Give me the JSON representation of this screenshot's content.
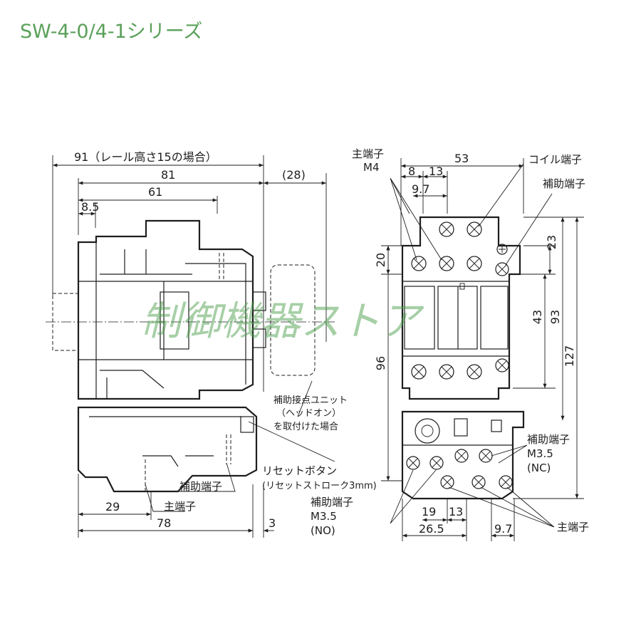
{
  "title": "SW-4-0/4-1シリーズ",
  "watermark": "制御機器ストア",
  "side_view": {
    "dim_91": "91（レール高さ15の場合）",
    "dim_81": "81",
    "dim_61": "61",
    "dim_8_5": "8.5",
    "dim_28": "(28)",
    "dim_29": "29",
    "dim_78": "78",
    "dim_3": "3",
    "label_aux_unit_1": "補助接点ユニット",
    "label_aux_unit_2": "（ヘッドオン）",
    "label_aux_unit_3": "を取付けた場合",
    "label_reset_1": "リセットボタン",
    "label_reset_2": "(リセットストローク3mm)",
    "label_aux_terminal": "補助端子",
    "label_main_terminal": "主端子"
  },
  "front_view": {
    "label_main_terminal_top": "主端子",
    "label_m4": "M4",
    "dim_53": "53",
    "dim_8": "8",
    "dim_13_top": "13",
    "dim_9_7_top": "9.7",
    "label_coil_terminal": "コイル端子",
    "label_aux_terminal_top": "補助端子",
    "dim_20": "20",
    "dim_23": "23",
    "dim_43": "43",
    "dim_93": "93",
    "dim_96": "96",
    "dim_127": "127",
    "label_aux_nc_1": "補助端子",
    "label_aux_nc_2": "M3.5",
    "label_aux_nc_3": "(NC)",
    "label_aux_no_1": "補助端子",
    "label_aux_no_2": "M3.5",
    "label_aux_no_3": "(NO)",
    "dim_19": "19",
    "dim_13_bottom": "13",
    "dim_26_5": "26.5",
    "dim_9_7_bottom": "9.7",
    "label_main_terminal_bottom": "主端子"
  }
}
